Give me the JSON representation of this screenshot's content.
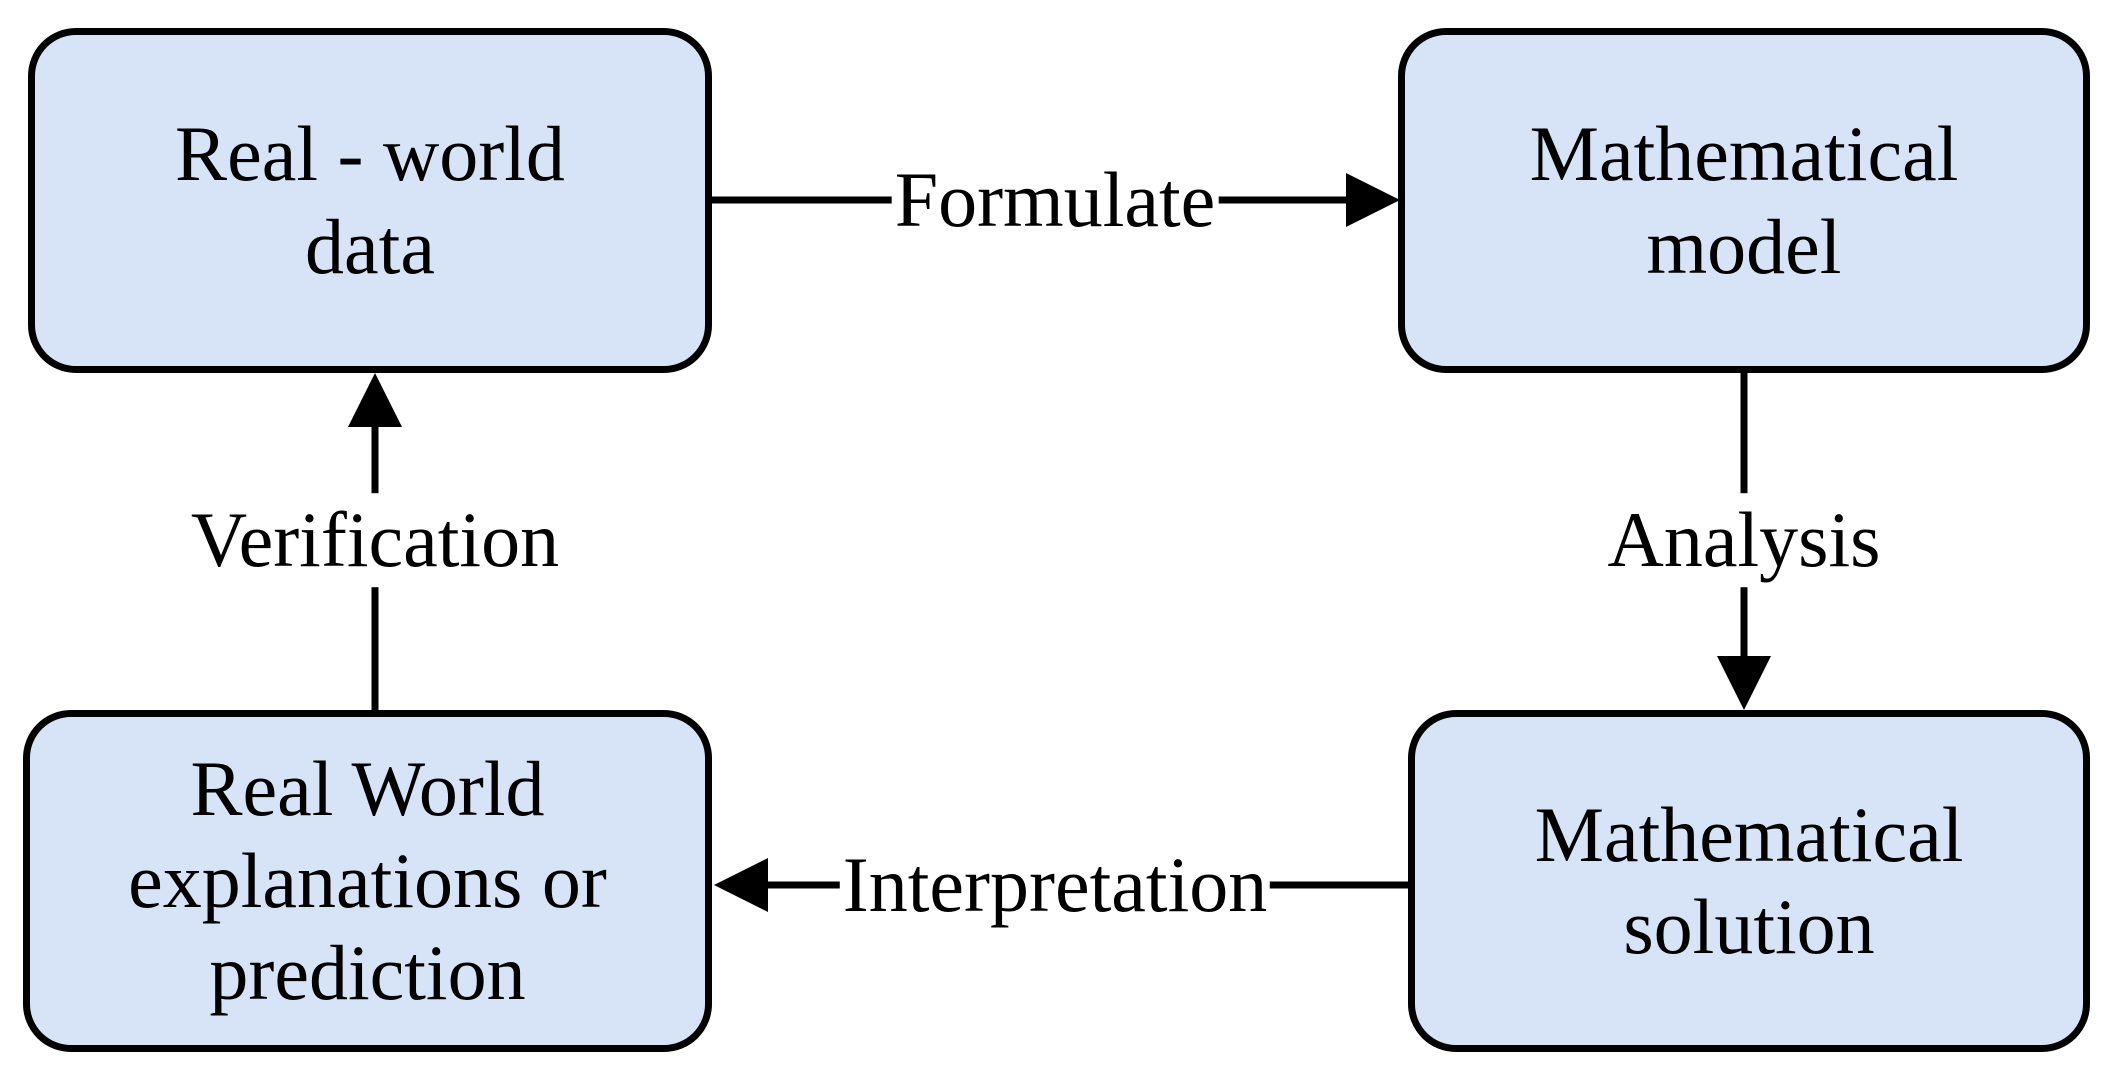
{
  "diagram": {
    "type": "flowchart-cycle",
    "nodes": [
      {
        "id": "real-world-data",
        "label": "Real - world\ndata"
      },
      {
        "id": "mathematical-model",
        "label": "Mathematical\nmodel"
      },
      {
        "id": "mathematical-solution",
        "label": "Mathematical\nsolution"
      },
      {
        "id": "real-world-explanations",
        "label": "Real World\nexplanations or\nprediction"
      }
    ],
    "edges": [
      {
        "label": "Formulate",
        "from": "real-world-data",
        "to": "mathematical-model",
        "direction": "right"
      },
      {
        "label": "Analysis",
        "from": "mathematical-model",
        "to": "mathematical-solution",
        "direction": "down"
      },
      {
        "label": "Interpretation",
        "from": "mathematical-solution",
        "to": "real-world-explanations",
        "direction": "left"
      },
      {
        "label": "Verification",
        "from": "real-world-explanations",
        "to": "real-world-data",
        "direction": "up"
      }
    ]
  },
  "colors": {
    "node_fill": "#d7e4f7",
    "node_border": "#000000",
    "arrow": "#000000",
    "background": "#ffffff",
    "text": "#000000"
  }
}
